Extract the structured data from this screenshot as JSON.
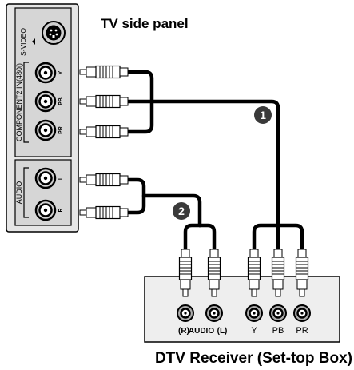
{
  "tv_panel": {
    "title": "TV side panel",
    "svideo_label": "S-VIDEO",
    "component_label": "COMPONENT2 IN(480i)",
    "component_jacks": [
      "Y",
      "PB",
      "PR"
    ],
    "audio_label": "AUDIO",
    "audio_jacks": [
      "L",
      "R"
    ]
  },
  "receiver": {
    "title": "DTV Receiver (Set-top Box)",
    "audio_label_left": "(R)",
    "audio_label_main": "AUDIO",
    "audio_label_right": "(L)",
    "video_jacks": [
      "Y",
      "PB",
      "PR"
    ]
  },
  "steps": [
    "1",
    "2"
  ],
  "colors": {
    "panel_fill": "#e6e6e6",
    "receiver_fill": "#eeeeee",
    "cable": "#000000",
    "badge": "#3a3a3a"
  }
}
